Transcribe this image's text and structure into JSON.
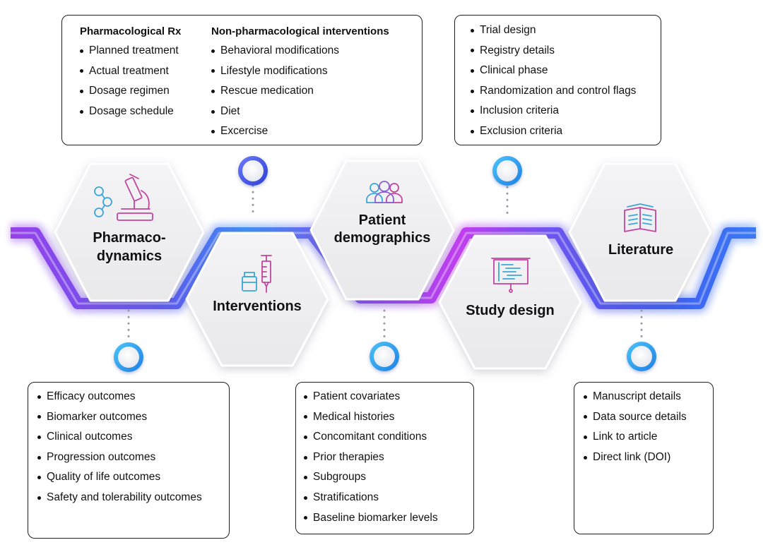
{
  "stages": [
    {
      "title": "Pharmaco-\ndynamics",
      "icon": "microscope-icon",
      "items": [
        "Efficacy outcomes",
        "Biomarker outcomes",
        "Clinical outcomes",
        "Progression outcomes",
        "Quality of life outcomes",
        "Safety and tolerability outcomes"
      ]
    },
    {
      "title": "Interventions",
      "icon": "syringe-vial-icon",
      "groups": [
        {
          "heading": "Pharmacological Rx",
          "items": [
            "Planned treatment",
            "Actual treatment",
            "Dosage regimen",
            "Dosage schedule"
          ]
        },
        {
          "heading": "Non-pharmacological interventions",
          "items": [
            "Behavioral modifications",
            "Lifestyle modifications",
            "Rescue medication",
            "Diet",
            "Excercise"
          ]
        }
      ]
    },
    {
      "title": "Patient\ndemographics",
      "icon": "people-group-icon",
      "items": [
        "Patient covariates",
        "Medical histories",
        "Concomitant conditions",
        "Prior therapies",
        "Subgroups",
        "Stratifications",
        "Baseline biomarker levels"
      ]
    },
    {
      "title": "Study design",
      "icon": "presentation-board-icon",
      "items": [
        "Trial design",
        "Registry details",
        "Clinical phase",
        "Randomization and control flags",
        "Inclusion criteria",
        "Exclusion criteria"
      ]
    },
    {
      "title": "Literature",
      "icon": "open-book-icon",
      "items": [
        "Manuscript details",
        "Data source details",
        "Link to article",
        "Direct link (DOI)"
      ]
    }
  ],
  "colors": {
    "purple": "#8b3fe6",
    "violet": "#6f4ff0",
    "blue": "#3d5bf2",
    "cyan": "#2aa7f2",
    "magenta": "#c93cf0",
    "text": "#111111"
  }
}
